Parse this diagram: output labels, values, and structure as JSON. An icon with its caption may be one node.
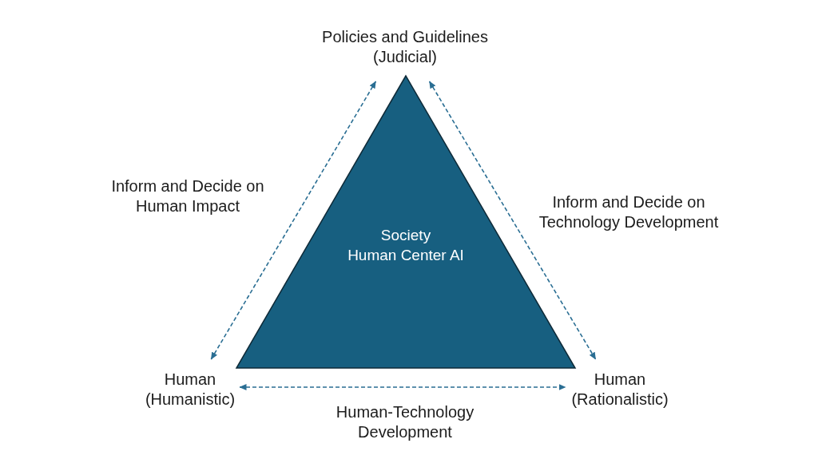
{
  "diagram": {
    "nodes": [
      {
        "text": [
          "Policies and Guidelines (Judicial)"
        ]
      },
      {
        "text": [
          "Society",
          "Human Center AI"
        ]
      },
      {
        "text": [
          "Human (Humanistic)"
        ]
      },
      {
        "text": [
          "Human (Rationalistic)"
        ]
      }
    ],
    "edges": [
      {
        "from": 2,
        "to": 0,
        "arrow": "both",
        "style": "dashed",
        "label": "Inform and Decide on Human Impact"
      },
      {
        "from": 0,
        "to": 3,
        "arrow": "both",
        "style": "dashed",
        "label": "Inform and Decide on Technology Development"
      },
      {
        "from": 2,
        "to": 3,
        "arrow": "both",
        "style": "dashed",
        "label": "Human-Technology Development"
      }
    ]
  }
}
